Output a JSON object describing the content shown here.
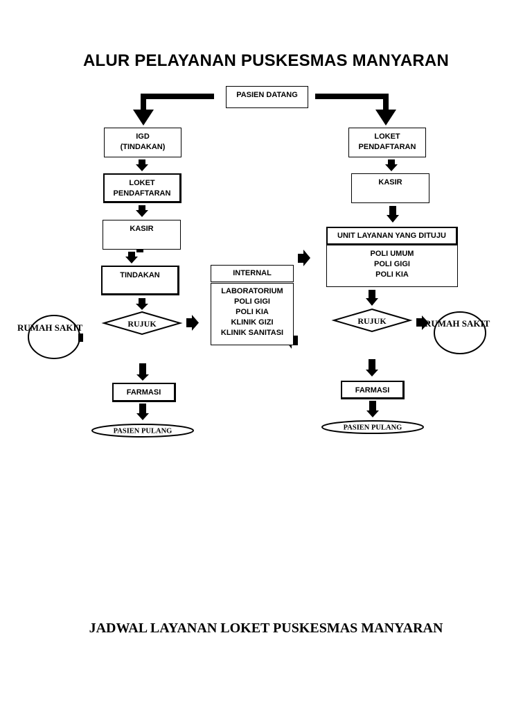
{
  "title": "ALUR PELAYANAN PUSKESMAS MANYARAN",
  "footer_title": "JADWAL LAYANAN LOKET PUSKESMAS MANYARAN",
  "start": "PASIEN DATANG",
  "left": {
    "igd": [
      "IGD",
      "(TINDAKAN)"
    ],
    "loket": [
      "LOKET",
      "PENDAFTARAN"
    ],
    "kasir": "KASIR",
    "tindakan": "TINDAKAN",
    "rujuk": "RUJUK",
    "rumah_sakit": "RUMAH SAKIT",
    "farmasi": "FARMASI",
    "pulang": "PASIEN PULANG"
  },
  "center": {
    "header": "INTERNAL",
    "items": [
      "LABORATORIUM",
      "POLI GIGI",
      "POLI KIA",
      "KLINIK GIZI",
      "KLINIK SANITASI"
    ]
  },
  "right": {
    "loket": [
      "LOKET",
      "PENDAFTARAN"
    ],
    "kasir": "KASIR",
    "unit_header": "UNIT LAYANAN YANG DITUJU",
    "unit_items": [
      "POLI UMUM",
      "POLI GIGI",
      "POLI KIA"
    ],
    "rujuk": "RUJUK",
    "rumah_sakit": "RUMAH SAKIT",
    "farmasi": "FARMASI",
    "pulang": "PASIEN PULANG"
  }
}
